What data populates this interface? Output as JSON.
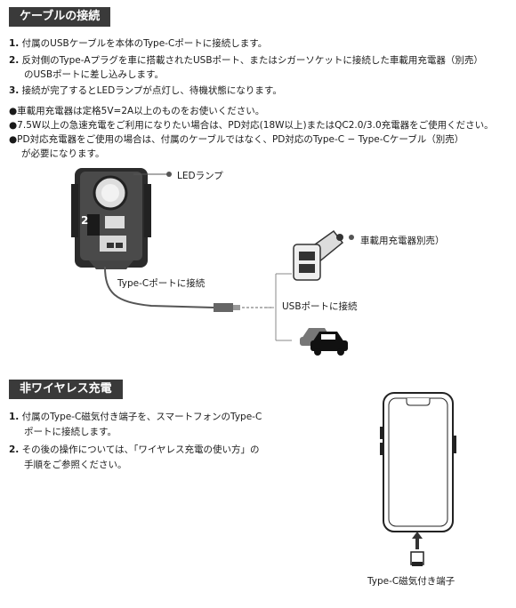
{
  "section1": {
    "title": "ケーブルの接続",
    "steps": [
      {
        "num": "1.",
        "text": "付属のUSBケーブルを本体のType-Cポートに接続します。"
      },
      {
        "num": "2.",
        "text": "反対側のType-Aプラグを車に搭載されたUSBポート、またはシガーソケットに接続した車載用充電器（別売）"
      },
      {
        "num": "",
        "text": "のUSBポートに差し込みします。"
      },
      {
        "num": "3.",
        "text": "接続が完了するとLEDランプが点灯し、待機状態になります。"
      }
    ],
    "notes": [
      {
        "bullet": "●",
        "text": "車載用充電器は定格5V=2A以上のものをお使いください。"
      },
      {
        "bullet": "●",
        "text": "7.5W以上の急速充電をご利用になりたい場合は、PD対応(18W以上)またはQC2.0/3.0充電器をご使用ください。"
      },
      {
        "bullet": "●",
        "text": "PD対応充電器をご使用の場合は、付属のケーブルではなく、PD対応のType-C − Type-Cケーブル（別売）"
      },
      {
        "bullet": "",
        "text": "が必要になります。"
      }
    ],
    "diagram": {
      "led_label": "LEDランプ",
      "port_label": "Type-Cポートに接続",
      "charger_label": "車載用充電器別売）",
      "usb_label": "USBポートに接続",
      "device_number": "2"
    }
  },
  "section2": {
    "title": "非ワイヤレス充電",
    "steps": [
      {
        "num": "1.",
        "text": "付属のType-C磁気付き端子を、スマートフォンのType-C"
      },
      {
        "num": "",
        "text": "ポートに接続します。"
      },
      {
        "num": "2.",
        "text": "その後の操作については、「ワイヤレス充電の使い方」の"
      },
      {
        "num": "",
        "text": "手順をご参照ください。"
      }
    ],
    "connector_label": "Type-C磁気付き端子"
  }
}
